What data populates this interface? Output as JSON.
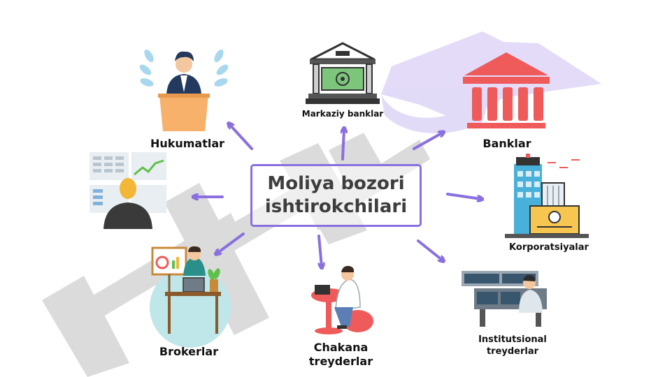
{
  "center": {
    "line1": "Moliya bozori",
    "line2": "ishtirokchilari"
  },
  "nodes": {
    "governments": "Hukumatlar",
    "central_banks": "Markaziy banklar",
    "banks": "Banklar",
    "corporations": "Korporatsiyalar",
    "institutional": {
      "line1": "Institutsional",
      "line2": "treyderlar"
    },
    "retail": {
      "line1": "Chakana",
      "line2": "treyderlar"
    },
    "brokers": "Brokerlar"
  },
  "colors": {
    "arrow": "#8a6fe0",
    "center_border": "#8a6fe0",
    "watermark_gray": "#d5d5d5",
    "watermark_purple": "#d9cff5",
    "bank_red": "#ef5a5a",
    "orange": "#f7b16b",
    "green_money": "#7cc57a"
  }
}
